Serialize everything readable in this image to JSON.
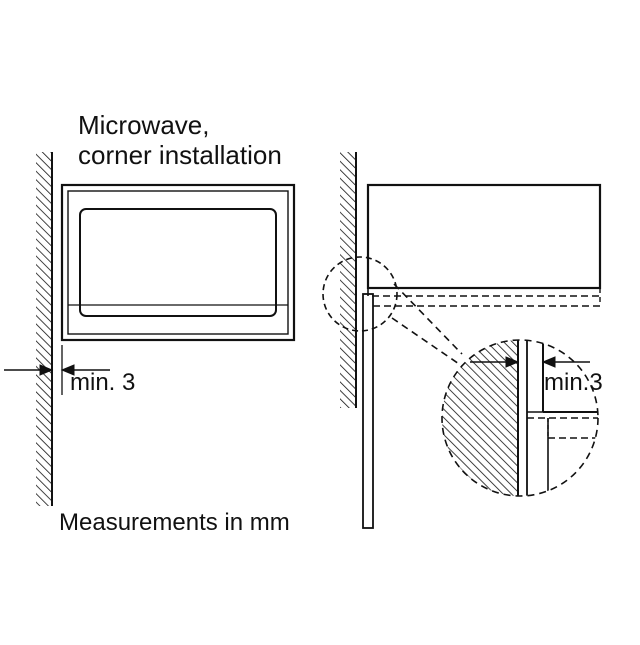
{
  "title": {
    "line1": "Microwave,",
    "line2": "corner installation"
  },
  "dimension_left": "min. 3",
  "dimension_detail": "min.3",
  "footer_note": "Measurements in mm",
  "colors": {
    "line": "#111111",
    "background": "#ffffff"
  }
}
